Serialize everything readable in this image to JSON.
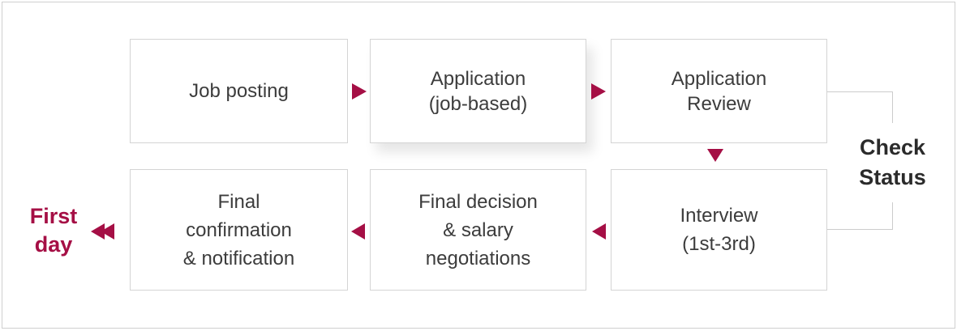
{
  "colors": {
    "accent": "#a50f45",
    "text": "#3c3c3c",
    "heading": "#2b2b2b",
    "box-border": "#d4d4d4",
    "line": "#cccccc",
    "frame-border": "#cfcfcf"
  },
  "steps": [
    {
      "key": "job-posting",
      "lines": [
        "Job posting"
      ]
    },
    {
      "key": "application",
      "lines": [
        "Application",
        "(job-based)"
      ]
    },
    {
      "key": "application-review",
      "lines": [
        "Application",
        "Review"
      ]
    },
    {
      "key": "interview",
      "lines": [
        "Interview",
        "(1st-3rd)"
      ]
    },
    {
      "key": "final-decision",
      "lines": [
        "Final decision",
        "& salary",
        "negotiations"
      ]
    },
    {
      "key": "final-confirmation",
      "lines": [
        "Final",
        "confirmation",
        "& notification"
      ]
    }
  ],
  "annotations": {
    "first_day": [
      "First",
      "day"
    ],
    "check_status": [
      "Check",
      "Status"
    ]
  }
}
